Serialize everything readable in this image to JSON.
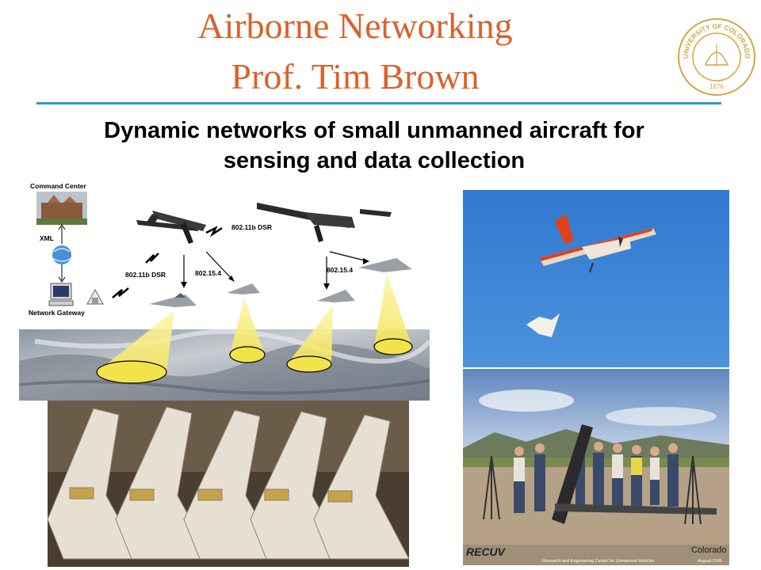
{
  "title": {
    "line1": "Airborne Networking",
    "line2": "Prof. Tim Brown"
  },
  "subtitle": {
    "line1": "Dynamic networks of small unmanned aircraft for",
    "line2": "sensing and data collection"
  },
  "seal": {
    "ring_text": "UNIVERSITY OF COLORADO",
    "year": "1876"
  },
  "diagram": {
    "command_center": "Command Center",
    "xml": "XML",
    "network_gateway": "Network Gateway",
    "link_dsr_top": "802.11b DSR",
    "link_dsr_left": "802.11b DSR",
    "link_154_left": "802.15.4",
    "link_154_right": "802.15.4"
  },
  "group_photo": {
    "logo": "RECUV",
    "caption": "Research and Engineering Center for Unmanned Vehicles",
    "brand": "Colorado",
    "date": "August 2006"
  },
  "colors": {
    "title": "#d9622b",
    "rule": "#2a9dc4",
    "seal": "#d4a640",
    "sky": "#3d87d8",
    "sensor_cone": "#f3e34a"
  }
}
